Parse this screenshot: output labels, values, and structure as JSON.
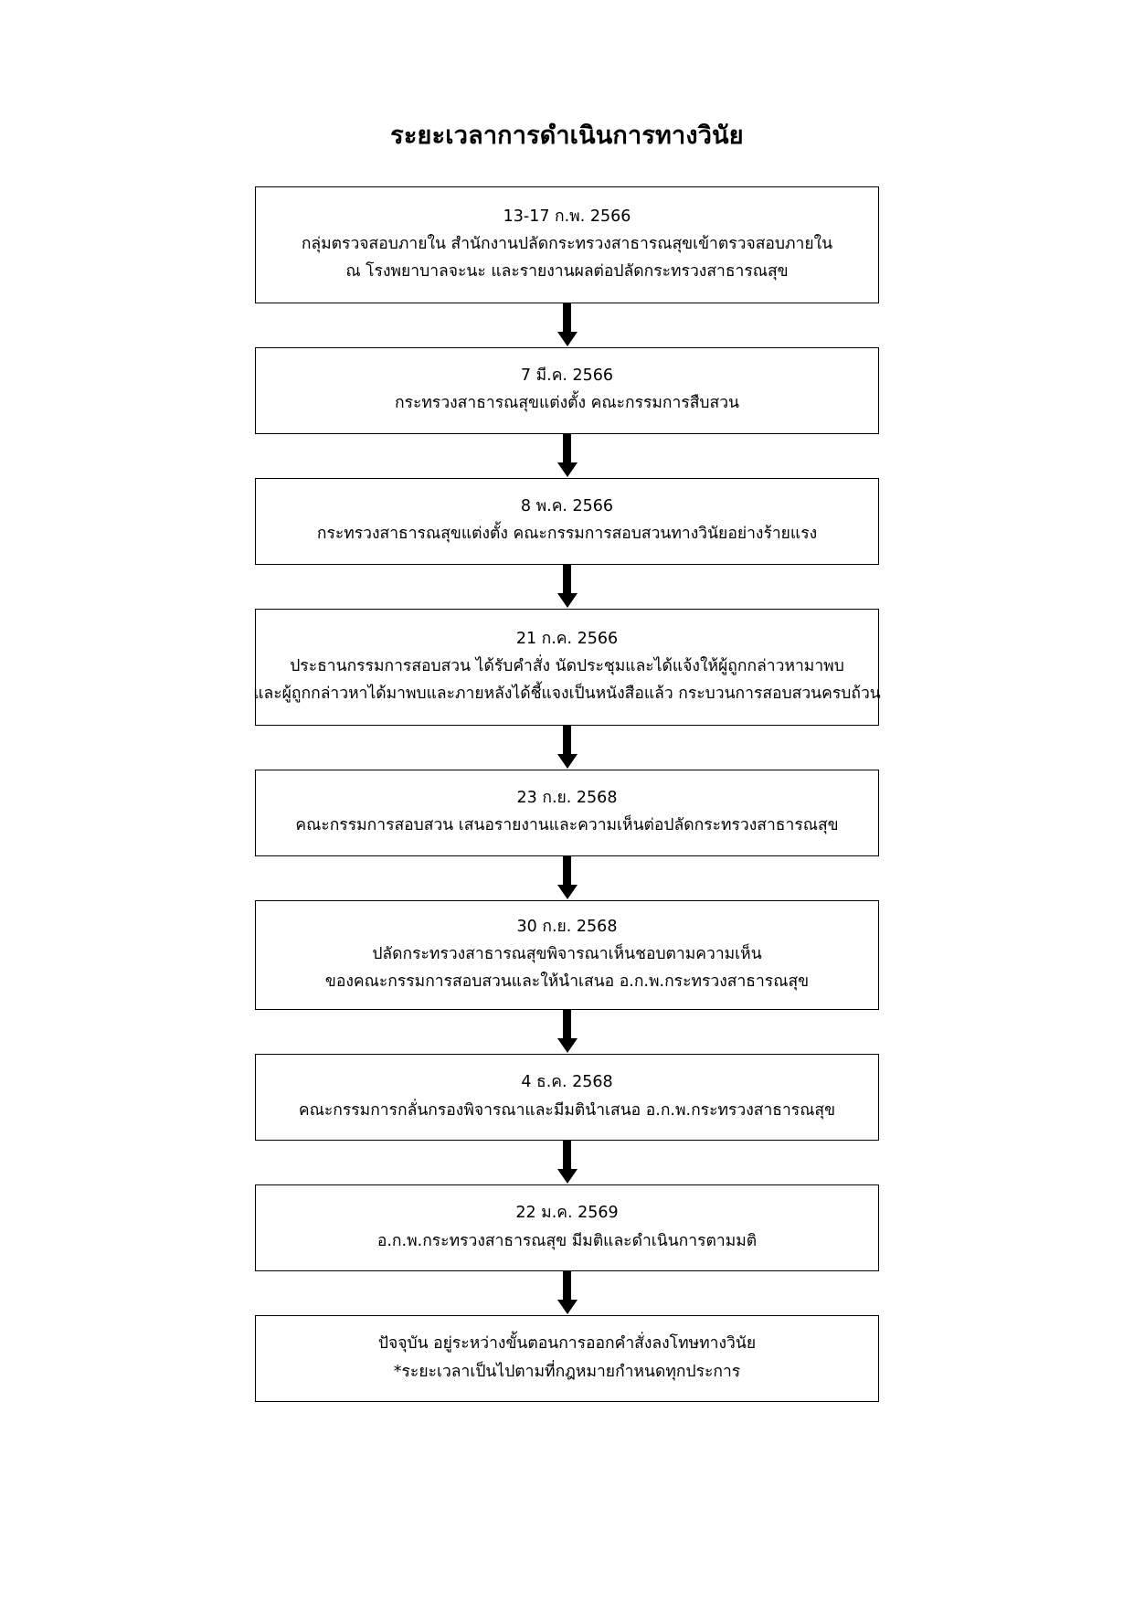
{
  "document": {
    "title": "ระยะเวลาการดำเนินการทางวินัย",
    "type": "vertical-flowchart",
    "language": "th",
    "colors": {
      "background": "#ffffff",
      "text": "#000000",
      "box_border": "#000000",
      "arrow": "#000000"
    }
  },
  "chart_data": {
    "type": "flowchart",
    "title": "ระยะเวลาการดำเนินการทางวินัย",
    "orientation": "vertical-top-to-bottom",
    "node_count": 9,
    "connector_count": 8,
    "nodes": [
      {
        "index": 1,
        "date": "13-17 ก.พ. 2566",
        "lines": [
          "13-17 ก.พ. 2566",
          "กลุ่มตรวจสอบภายใน สำนักงานปลัดกระทรวงสาธารณสุขเข้าตรวจสอบภายใน",
          "ณ โรงพยาบาลจะนะ และรายงานผลต่อปลัดกระทรวงสาธารณสุข"
        ],
        "size": "tall"
      },
      {
        "index": 2,
        "date": "7 มี.ค. 2566",
        "lines": [
          "7 มี.ค. 2566",
          "กระทรวงสาธารณสุขแต่งตั้ง คณะกรรมการสืบสวน"
        ],
        "size": "short"
      },
      {
        "index": 3,
        "date": "8 พ.ค. 2566",
        "lines": [
          "8 พ.ค. 2566",
          "กระทรวงสาธารณสุขแต่งตั้ง คณะกรรมการสอบสวนทางวินัยอย่างร้ายแรง"
        ],
        "size": "short"
      },
      {
        "index": 4,
        "date": "21 ก.ค. 2566",
        "lines": [
          "21 ก.ค. 2566",
          "ประธานกรรมการสอบสวน ได้รับคำสั่ง นัดประชุมและได้แจ้งให้ผู้ถูกกล่าวหามาพบ",
          "และผู้ถูกกล่าวหาได้มาพบและภายหลังได้ชี้แจงเป็นหนังสือแล้ว กระบวนการสอบสวนครบถ้วน"
        ],
        "size": "tall"
      },
      {
        "index": 5,
        "date": "23 ก.ย. 2568",
        "lines": [
          "23 ก.ย. 2568",
          "คณะกรรมการสอบสวน เสนอรายงานและความเห็นต่อปลัดกระทรวงสาธารณสุข"
        ],
        "size": "short"
      },
      {
        "index": 6,
        "date": "30 ก.ย. 2568",
        "lines": [
          "30 ก.ย. 2568",
          "ปลัดกระทรวงสาธารณสุขพิจารณาเห็นชอบตามความเห็น",
          "ของคณะกรรมการสอบสวนและให้นำเสนอ อ.ก.พ.กระทรวงสาธารณสุข"
        ],
        "size": "mid"
      },
      {
        "index": 7,
        "date": "4 ธ.ค. 2568",
        "lines": [
          "4 ธ.ค. 2568",
          "คณะกรรมการกลั่นกรองพิจารณาและมีมตินำเสนอ อ.ก.พ.กระทรวงสาธารณสุข"
        ],
        "size": "short"
      },
      {
        "index": 8,
        "date": "22 ม.ค. 2569",
        "lines": [
          "22 ม.ค. 2569",
          "อ.ก.พ.กระทรวงสาธารณสุข มีมติและดำเนินการตามมติ"
        ],
        "size": "short"
      },
      {
        "index": 9,
        "date": "",
        "lines": [
          "ปัจจุบัน อยู่ระหว่างขั้นตอนการออกคำสั่งลงโทษทางวินัย",
          "*ระยะเวลาเป็นไปตามที่กฎหมายกำหนดทุกประการ"
        ],
        "size": "short"
      }
    ]
  }
}
